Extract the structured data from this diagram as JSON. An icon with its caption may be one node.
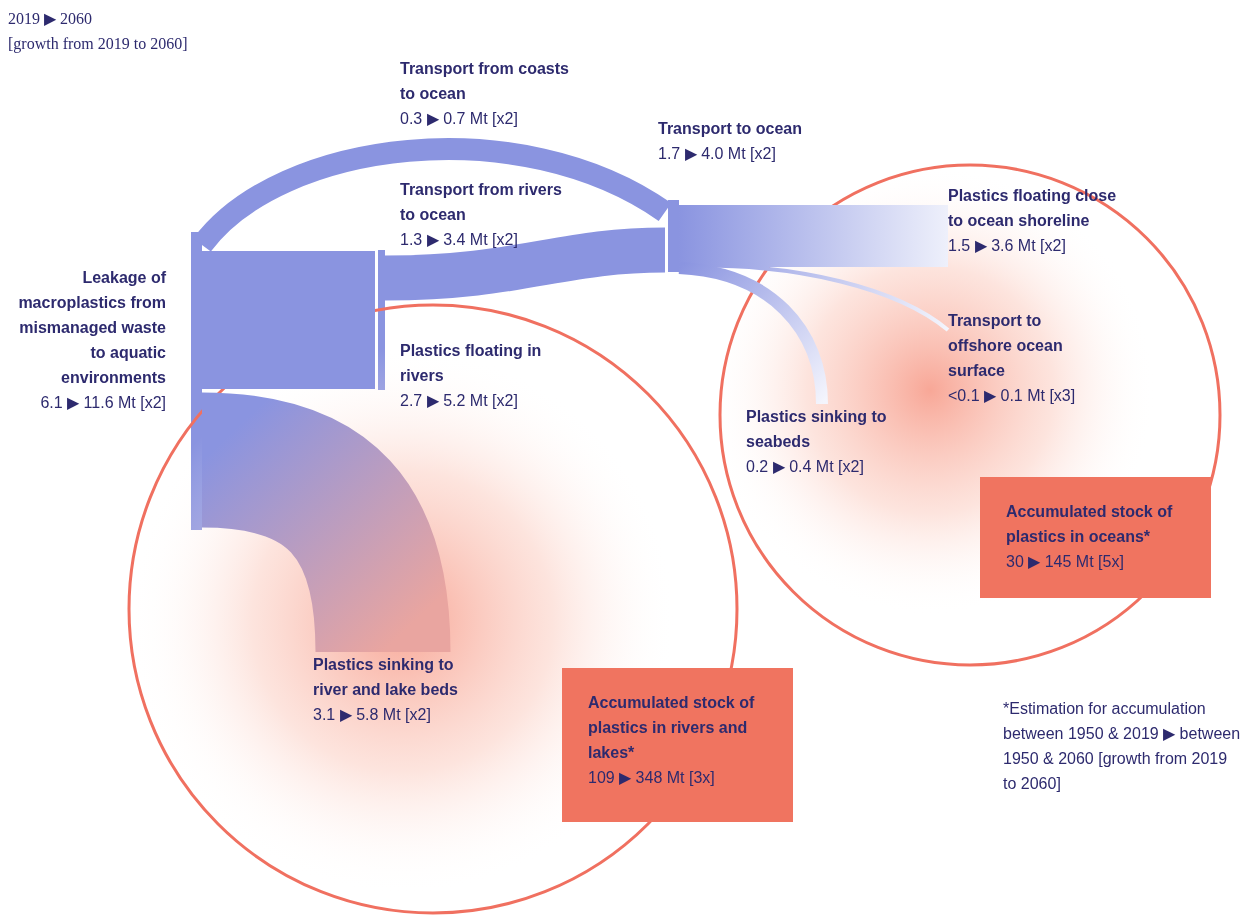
{
  "diagram": {
    "nodes": [
      {
        "text": [
          "Leakage of macroplastics from mismanaged waste to aquatic environments",
          "6.1 ▶ 11.6 Mt [x2]"
        ]
      },
      {
        "text": [
          "Plastics floating in rivers",
          "2.7 ▶ 5.2 Mt [x2]"
        ]
      },
      {
        "text": [
          "Transport to ocean",
          "1.7 ▶ 4.0 Mt [x2]"
        ]
      },
      {
        "text": [],
        "shape": "circle"
      },
      {
        "text": [
          "Plastics floating close to ocean shoreline",
          "1.5 ▶ 3.6 Mt [x2]"
        ],
        "in": 3
      },
      {
        "text": [
          "Transport to offshore ocean surface",
          "<0.1 ▶ 0.1 Mt [x3]"
        ],
        "in": 3
      },
      {
        "text": [
          "Plastics sinking to seabeds",
          "0.2 ▶ 0.4 Mt [x2]"
        ],
        "in": 3
      },
      {
        "text": [
          "Accumulated stock of plastics in oceans*",
          "30 ▶ 145 Mt [5x]"
        ],
        "in": 3
      },
      {
        "text": [],
        "shape": "circle"
      },
      {
        "text": [
          "Plastics sinking to river and lake beds",
          "3.1 ▶ 5.8 Mt [x2]"
        ],
        "in": 8
      },
      {
        "text": [
          "Accumulated stock of plastics in rivers and lakes*",
          "109 ▶ 348 Mt [3x]"
        ]
      }
    ],
    "edges": [
      {
        "from": 0,
        "to": 2,
        "arrow": "none",
        "label": "**Transport from coasts to ocean** 0.3 ▶ 0.7 Mt [x2]"
      },
      {
        "from": 0,
        "to": 1,
        "arrow": "none",
        "style": "thick"
      },
      {
        "from": 1,
        "to": 2,
        "arrow": "none",
        "label": "**Transport from rivers to ocean** 1.3 ▶ 3.4 Mt [x2]"
      },
      {
        "from": 0,
        "to": 9,
        "arrow": "none",
        "style": "thick"
      },
      {
        "from": 2,
        "to": 4,
        "arrow": "none",
        "style": "thick"
      },
      {
        "from": 2,
        "to": 5,
        "arrow": "none"
      },
      {
        "from": 2,
        "to": 6,
        "arrow": "none"
      }
    ],
    "labels": [
      "2019 ▶ 2060",
      "[growth from 2019 to 2060]",
      "*Estimation for accumulation between 1950 & 2019 ▶ between 1950 & 2060 [growth from 2019 to 2060]"
    ]
  }
}
